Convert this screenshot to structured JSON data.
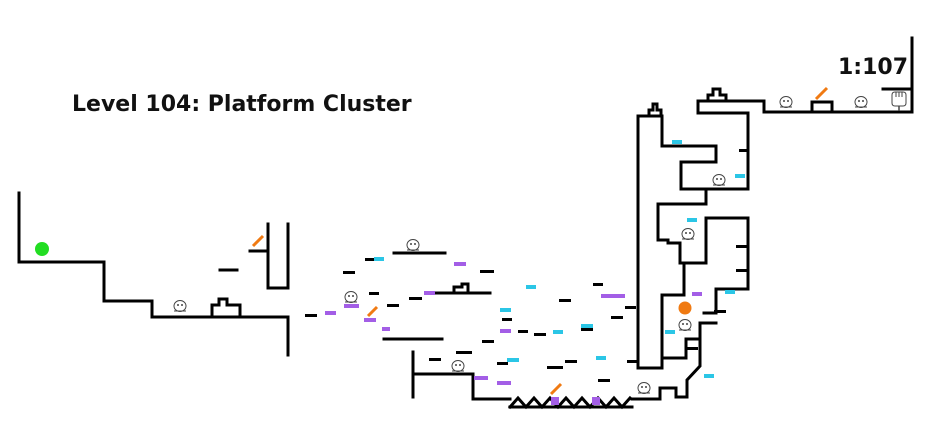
{
  "level_title": "Level 104: Platform Cluster",
  "timer": "1:107",
  "colors": {
    "player": "#22dd22",
    "goal": "#f07a12",
    "ice_block": "#2bc6e6",
    "bounce_block": "#a35ee6",
    "launcher": "#f07a12",
    "wall": "#000000"
  },
  "icons": {
    "player": "green-circle",
    "goal": "orange-circle",
    "enemy": "ghost-face-icon",
    "hint": "hand-icon"
  }
}
